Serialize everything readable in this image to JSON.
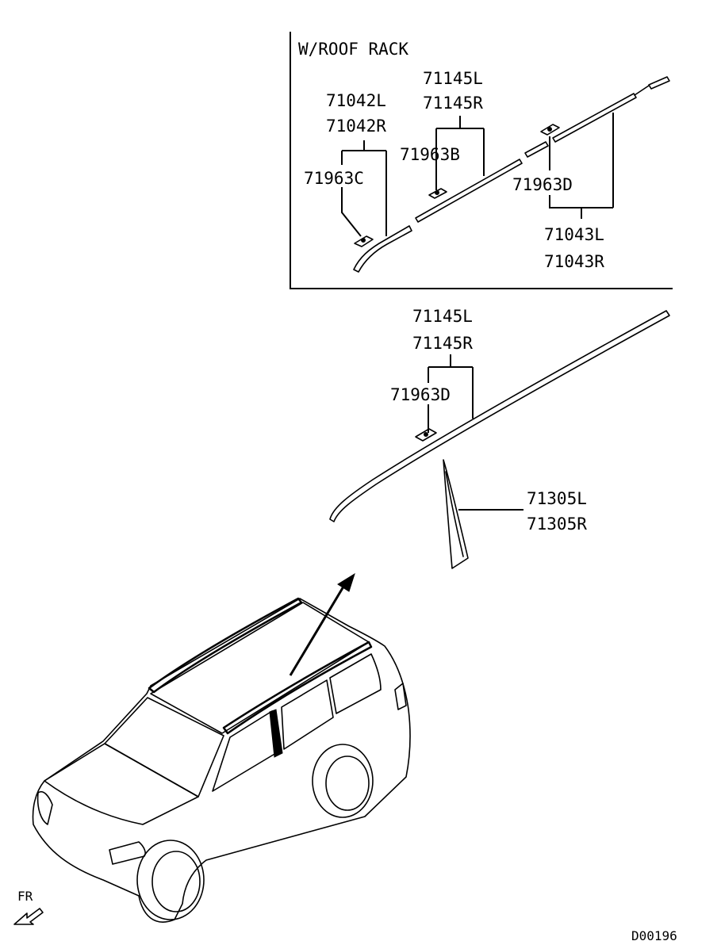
{
  "inset": {
    "title": "W/ROOF  RACK",
    "labels": {
      "p71145L": "71145L",
      "p71145R": "71145R",
      "p71042L": "71042L",
      "p71042R": "71042R",
      "p71963B": "71963B",
      "p71963C": "71963C",
      "p71963D": "71963D",
      "p71043L": "71043L",
      "p71043R": "71043R"
    }
  },
  "main": {
    "labels": {
      "p71145L": "71145L",
      "p71145R": "71145R",
      "p71963D": "71963D",
      "p71305L": "71305L",
      "p71305R": "71305R"
    }
  },
  "direction_label": "FR",
  "drawing_code": "D00196",
  "icons": {
    "front_arrow": "front-direction-arrow-icon",
    "pointer_arrow": "detail-pointer-arrow-icon"
  }
}
